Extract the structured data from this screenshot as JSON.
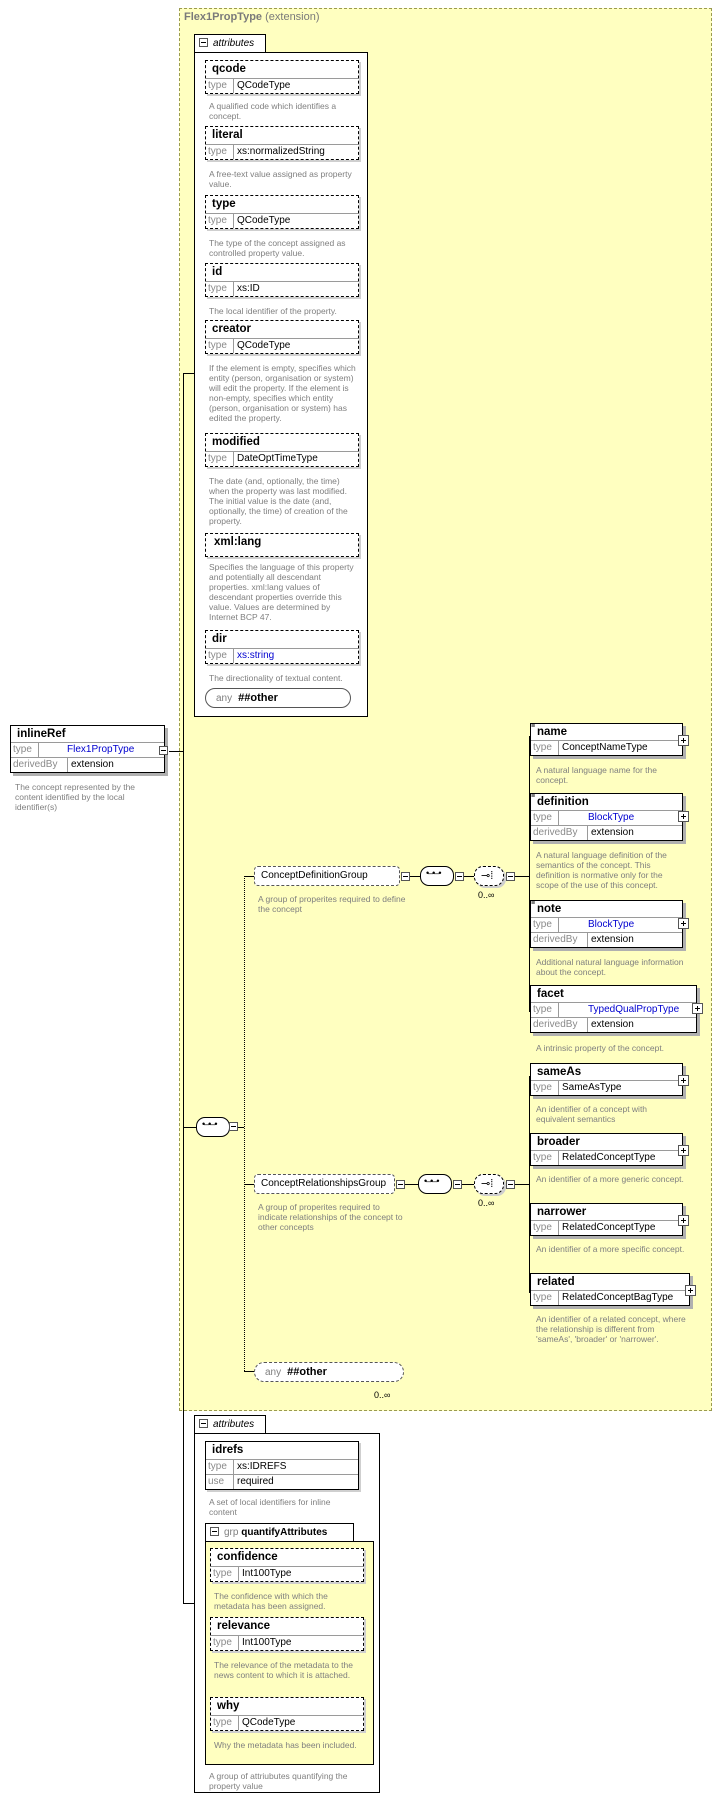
{
  "root": {
    "name": "inlineRef",
    "type_key": "type",
    "type_value": "Flex1PropType",
    "derived_key": "derivedBy",
    "derived_value": "extension",
    "description": "The concept represented by the content identified by the local identifier(s)"
  },
  "extension": {
    "title": "Flex1PropType",
    "subtitle": "(extension)"
  },
  "attributes_tab_label": "attributes",
  "type_key": "type",
  "use_key": "use",
  "derived_key": "derivedBy",
  "ext_attributes": [
    {
      "name": "qcode",
      "type": "QCodeType",
      "desc": "A qualified code which identifies a concept."
    },
    {
      "name": "literal",
      "type": "xs:normalizedString",
      "desc": "A free-text value assigned as property value."
    },
    {
      "name": "type",
      "type": "QCodeType",
      "desc": "The type of the concept assigned as controlled property value."
    },
    {
      "name": "id",
      "type": "xs:ID",
      "desc": "The local identifier of the property."
    },
    {
      "name": "creator",
      "type": "QCodeType",
      "desc": "If the element is empty, specifies which entity (person, organisation or system) will edit the property. If the element is non-empty, specifies which entity (person, organisation or system) has edited the property."
    },
    {
      "name": "modified",
      "type": "DateOptTimeType",
      "desc": "The date (and, optionally, the time) when the property was last modified. The initial value is the date (and, optionally, the time) of creation of the property."
    },
    {
      "name": "xml:lang",
      "type": "",
      "desc": "Specifies the language of this property and potentially all descendant properties. xml:lang values of descendant properties override this value. Values are determined by Internet BCP 47."
    },
    {
      "name": "dir",
      "type": "xs:string",
      "desc": "The directionality of textual content."
    }
  ],
  "any_other": {
    "any": "any",
    "other": "##other"
  },
  "concept_definition_group": {
    "name": "ConceptDefinitionGroup",
    "desc": "A group of properites required to define the concept",
    "cardinality": "0..∞"
  },
  "definition_elements": [
    {
      "name": "name",
      "type": "ConceptNameType",
      "derived": "",
      "desc": "A natural language name for the concept."
    },
    {
      "name": "definition",
      "type": "BlockType",
      "derived": "extension",
      "desc": "A natural language definition of the semantics of the concept. This definition is normative only for the scope of the use of this concept."
    },
    {
      "name": "note",
      "type": "BlockType",
      "derived": "extension",
      "desc": "Additional natural language information about the concept."
    },
    {
      "name": "facet",
      "type": "TypedQualPropType",
      "derived": "extension",
      "desc": "A intrinsic property of the concept."
    }
  ],
  "concept_relationships_group": {
    "name": "ConceptRelationshipsGroup",
    "desc": "A group of properites required to indicate relationships of the concept to other concepts",
    "cardinality": "0..∞"
  },
  "relationship_elements": [
    {
      "name": "sameAs",
      "type": "SameAsType",
      "desc": "An identifier of a concept with equivalent semantics"
    },
    {
      "name": "broader",
      "type": "RelatedConceptType",
      "desc": "An identifier of a more generic concept."
    },
    {
      "name": "narrower",
      "type": "RelatedConceptType",
      "desc": "An identifier of a more specific concept."
    },
    {
      "name": "related",
      "type": "RelatedConceptBagType",
      "desc": "An identifier of a related concept, where the relationship is different from 'sameAs', 'broader' or 'narrower'."
    }
  ],
  "bottom_any": {
    "any": "any",
    "other": "##other",
    "cardinality": "0..∞"
  },
  "lower_attributes": {
    "idrefs": {
      "name": "idrefs",
      "type": "xs:IDREFS",
      "use": "required",
      "desc": "A set of local identifiers for inline content"
    },
    "group_prefix": "grp",
    "group_name": "quantifyAttributes",
    "group_desc": "A group of attriubutes quantifying the property value",
    "items": [
      {
        "name": "confidence",
        "type": "Int100Type",
        "desc": "The confidence with which the metadata has been assigned."
      },
      {
        "name": "relevance",
        "type": "Int100Type",
        "desc": "The relevance of the metadata to the news content to which it is attached."
      },
      {
        "name": "why",
        "type": "QCodeType",
        "desc": "Why the metadata has been included."
      }
    ]
  },
  "colors": {
    "extension_fill": "#ffffc0",
    "type_link": "#0000d0",
    "muted_text": "#7f7f7f"
  }
}
